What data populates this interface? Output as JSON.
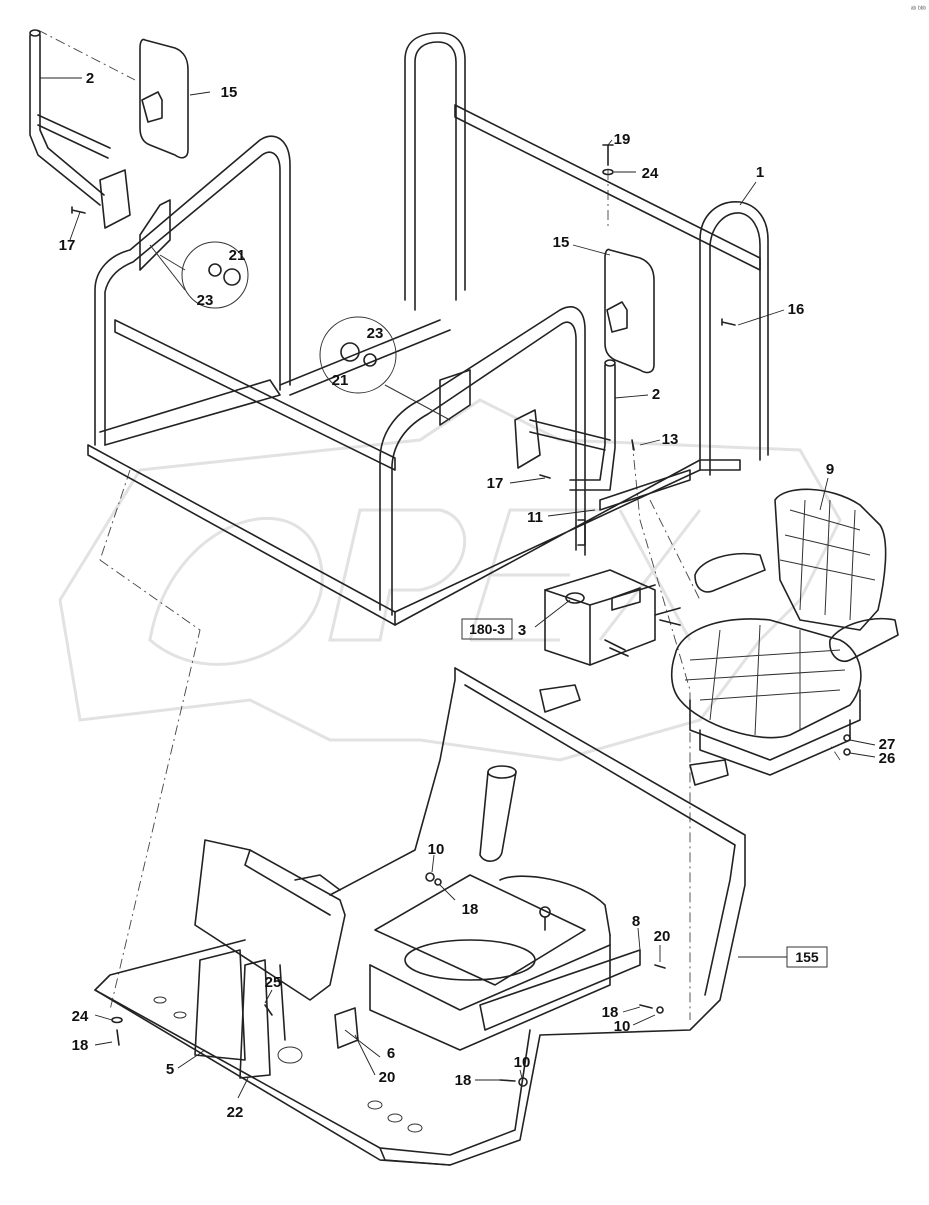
{
  "corner_mark": "ᵃᵇ ᵇᵇᵇ",
  "watermark_logo": "OPEX",
  "callouts": [
    {
      "id": "c2a",
      "text": "2"
    },
    {
      "id": "c15a",
      "text": "15"
    },
    {
      "id": "c17a",
      "text": "17"
    },
    {
      "id": "c21a",
      "text": "21"
    },
    {
      "id": "c23a",
      "text": "23"
    },
    {
      "id": "c19",
      "text": "19"
    },
    {
      "id": "c24a",
      "text": "24"
    },
    {
      "id": "c1",
      "text": "1"
    },
    {
      "id": "c15b",
      "text": "15"
    },
    {
      "id": "c16",
      "text": "16"
    },
    {
      "id": "c23b",
      "text": "23"
    },
    {
      "id": "c21b",
      "text": "21"
    },
    {
      "id": "c2b",
      "text": "2"
    },
    {
      "id": "c13",
      "text": "13"
    },
    {
      "id": "c17b",
      "text": "17"
    },
    {
      "id": "c11",
      "text": "11"
    },
    {
      "id": "c9",
      "text": "9"
    },
    {
      "id": "c3",
      "text": "3"
    },
    {
      "id": "c27",
      "text": "27"
    },
    {
      "id": "c26",
      "text": "26"
    },
    {
      "id": "c10a",
      "text": "10"
    },
    {
      "id": "c18a",
      "text": "18"
    },
    {
      "id": "c8",
      "text": "8"
    },
    {
      "id": "c20a",
      "text": "20"
    },
    {
      "id": "c25",
      "text": "25"
    },
    {
      "id": "c24b",
      "text": "24"
    },
    {
      "id": "c18b",
      "text": "18"
    },
    {
      "id": "c18c",
      "text": "18"
    },
    {
      "id": "c10b",
      "text": "10"
    },
    {
      "id": "c5",
      "text": "5"
    },
    {
      "id": "c6",
      "text": "6"
    },
    {
      "id": "c20b",
      "text": "20"
    },
    {
      "id": "c22",
      "text": "22"
    },
    {
      "id": "c10c",
      "text": "10"
    },
    {
      "id": "c18d",
      "text": "18"
    }
  ],
  "reference_boxes": {
    "ref_180_3": "180-3",
    "ref_155": "155"
  }
}
